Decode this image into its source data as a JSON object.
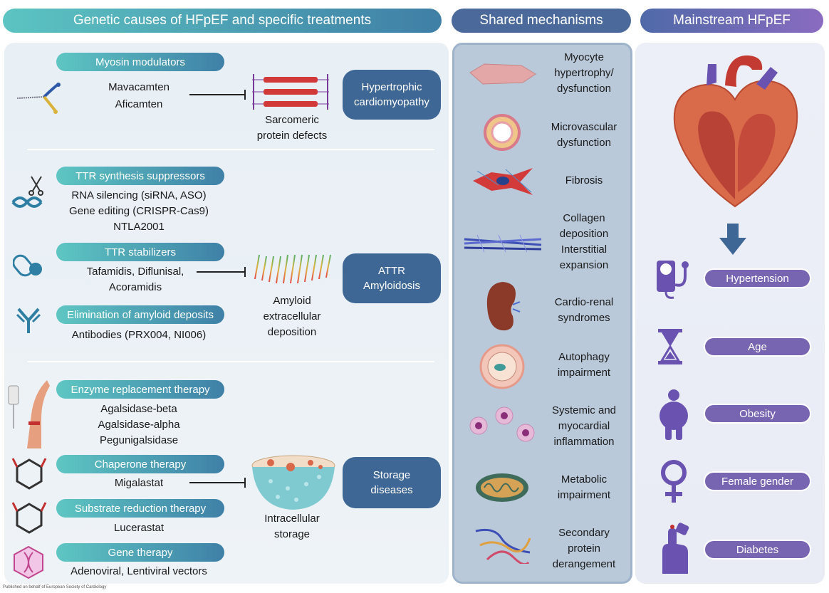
{
  "headers": {
    "genetic": "Genetic causes of HFpEF and specific treatments",
    "shared": "Shared mechanisms",
    "mainstream": "Mainstream HFpEF"
  },
  "hcm": {
    "pill": "Myosin modulators",
    "drugs": [
      "Mavacamten",
      "Aficamten"
    ],
    "target": [
      "Sarcomeric",
      "protein defects"
    ],
    "disease": [
      "Hypertrophic",
      "cardiomyopathy"
    ]
  },
  "attr": {
    "pill_synthesis": "TTR synthesis suppressors",
    "synthesis_items": [
      "RNA silencing (siRNA, ASO)",
      "Gene editing (CRISPR-Cas9)",
      "NTLA2001"
    ],
    "pill_stabilizers": "TTR stabilizers",
    "stabilizer_items": [
      "Tafamidis, Diflunisal,",
      "Acoramidis"
    ],
    "pill_elimination": "Elimination of amyloid deposits",
    "elimination_items": [
      "Antibodies (PRX004, NI006)"
    ],
    "target": [
      "Amyloid",
      "extracellular",
      "deposition"
    ],
    "disease": [
      "ATTR",
      "Amyloidosis"
    ]
  },
  "storage": {
    "pill_enzyme": "Enzyme replacement therapy",
    "enzyme_items": [
      "Agalsidase-beta",
      "Agalsidase-alpha",
      "Pegunigalsidase"
    ],
    "pill_chaperone": "Chaperone therapy",
    "chaperone_items": [
      "Migalastat"
    ],
    "pill_substrate": "Substrate reduction therapy",
    "substrate_items": [
      "Lucerastat"
    ],
    "pill_gene": "Gene therapy",
    "gene_items": [
      "Adenoviral, Lentiviral vectors"
    ],
    "target": [
      "Intracellular",
      "storage"
    ],
    "disease": [
      "Storage",
      "diseases"
    ]
  },
  "mechanisms": [
    [
      "Myocyte",
      "hypertrophy/",
      "dysfunction"
    ],
    [
      "Microvascular",
      "dysfunction"
    ],
    [
      "Fibrosis"
    ],
    [
      "Collagen",
      "deposition",
      "Interstitial",
      "expansion"
    ],
    [
      "Cardio-renal",
      "syndromes"
    ],
    [
      "Autophagy",
      "impairment"
    ],
    [
      "Systemic and",
      "myocardial",
      "inflammation"
    ],
    [
      "Metabolic",
      "impairment"
    ],
    [
      "Secondary",
      "protein",
      "derangement"
    ]
  ],
  "risk_factors": [
    "Hypertension",
    "Age",
    "Obesity",
    "Female gender",
    "Diabetes"
  ],
  "footer": "Published on behalf of European Society of Cardiology",
  "colors": {
    "teal": "#5ec6c3",
    "blue_dark": "#3f6796",
    "purple": "#7865b2"
  }
}
